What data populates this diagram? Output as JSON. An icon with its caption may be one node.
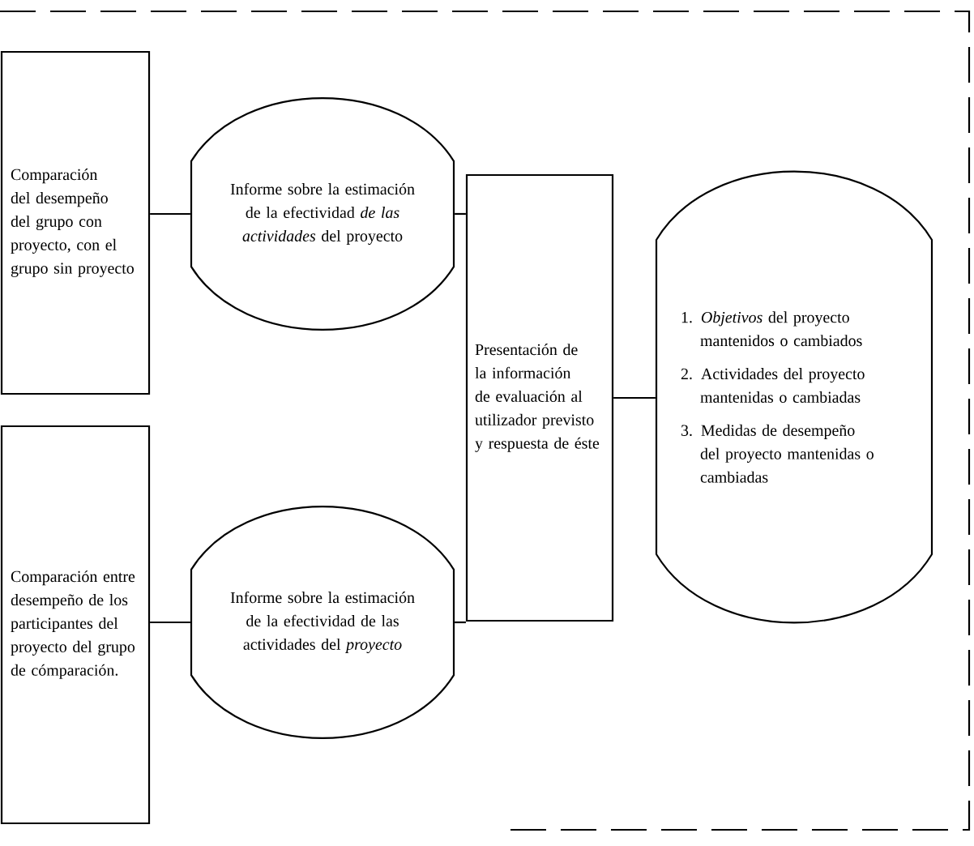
{
  "diagram": {
    "nodes": [
      {
        "text": [
          "Comparación del desempeño del grupo con proyecto, con el grupo sin proyecto"
        ]
      },
      {
        "text": [
          "Informe sobre la estimación de la efectividad *de las actividades* del proyecto"
        ]
      },
      {
        "text": [
          "Comparación entre desempeño de los participantes del proyecto del grupo de cómparación."
        ]
      },
      {
        "text": [
          "Informe sobre la estimación de la efectividad de las actividades del *proyecto*"
        ]
      },
      {
        "text": [
          "Presentación de la información de evaluación al utilizador previsto y respuesta de éste"
        ]
      },
      {
        "text": [
          "1. *Objetivos* del proyecto mantenidos o cambiados",
          "2. Actividades del proyecto mantenidas o cambiadas",
          "3. Medidas de desempeño del proyecto mantenidas o cambiadas"
        ]
      }
    ],
    "edges": [
      {
        "from": 0,
        "to": 1,
        "arrow": "none"
      },
      {
        "from": 1,
        "to": 4,
        "arrow": "none"
      },
      {
        "from": 2,
        "to": 3,
        "arrow": "none"
      },
      {
        "from": 3,
        "to": 4,
        "arrow": "none"
      },
      {
        "from": 4,
        "to": 5,
        "arrow": "none"
      }
    ]
  }
}
